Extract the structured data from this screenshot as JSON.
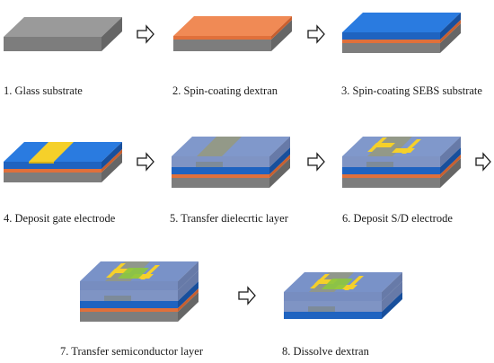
{
  "steps": [
    {
      "label": "1. Glass substrate"
    },
    {
      "label": "2. Spin-coating dextran"
    },
    {
      "label": "3. Spin-coating SEBS substrate"
    },
    {
      "label": "4. Deposit gate electrode"
    },
    {
      "label": "5. Transfer dielecrtic layer"
    },
    {
      "label": "6. Deposit S/D electrode"
    },
    {
      "label": "7. Transfer semiconductor layer"
    },
    {
      "label": "8. Dissolve dextran"
    }
  ],
  "colors": {
    "glass": "#8c8c8c",
    "dextran": "#f08a55",
    "sebs": "#2a7be0",
    "gold": "#f5d02a",
    "dielectric": "#5f79b5",
    "semiconductor": "#8cc63f"
  }
}
